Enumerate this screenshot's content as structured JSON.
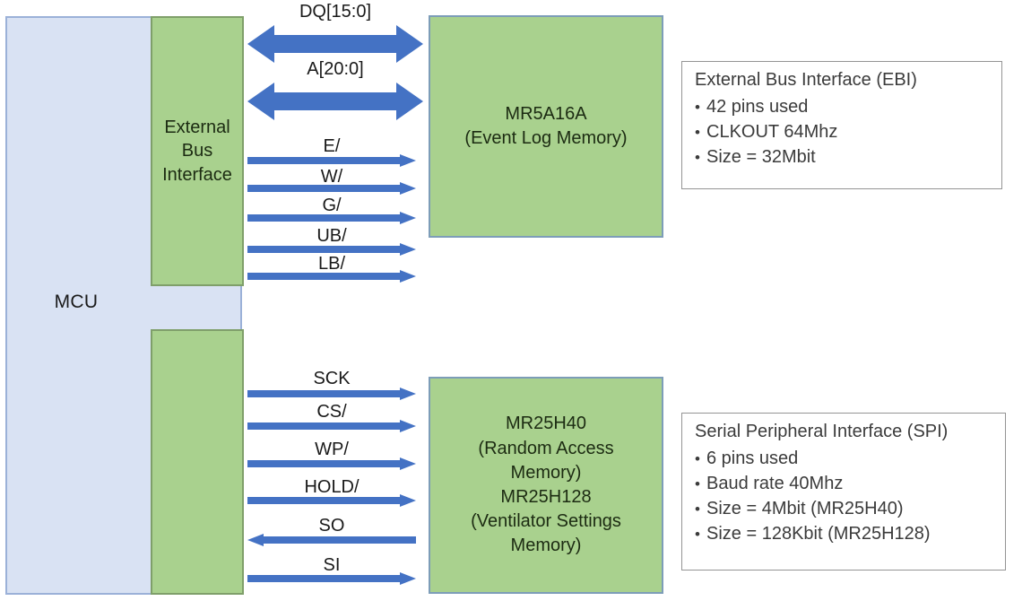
{
  "diagram": {
    "title": "MCU external memory interfaces block diagram",
    "colors": {
      "mcu_fill": "#D9E2F3",
      "mcu_border": "#9BB1D8",
      "green_fill": "#A9D18E",
      "green_border": "#7D9DB8",
      "arrow_blue": "#4472C4",
      "info_border": "#949494",
      "text_dark": "#1c2b12"
    }
  },
  "mcu": {
    "label": "MCU",
    "sub_blocks": [
      {
        "name": "ebi",
        "label": "External\nBus\nInterface"
      },
      {
        "name": "spi",
        "label": ""
      }
    ]
  },
  "memories": [
    {
      "name": "event-log-memory",
      "label": "MR5A16A\n(Event Log Memory)",
      "part": "MR5A16A",
      "description": "(Event Log Memory)"
    },
    {
      "name": "random-access-memory",
      "label": "MR25H40\n(Random Access\nMemory)\nMR25H128\n(Ventilator Settings\nMemory)",
      "part": "MR25H40",
      "description": "(Random Access Memory)",
      "part2": "MR25H128",
      "description2": "(Ventilator Settings Memory)"
    }
  ],
  "ebi_signals": [
    {
      "label": "DQ[15:0]",
      "direction": "bidirectional",
      "style": "bus"
    },
    {
      "label": "A[20:0]",
      "direction": "bidirectional",
      "style": "bus"
    },
    {
      "label": "E/",
      "direction": "right",
      "style": "line"
    },
    {
      "label": "W/",
      "direction": "right",
      "style": "line"
    },
    {
      "label": "G/",
      "direction": "right",
      "style": "line"
    },
    {
      "label": "UB/",
      "direction": "right",
      "style": "line"
    },
    {
      "label": "LB/",
      "direction": "right",
      "style": "line"
    }
  ],
  "spi_signals": [
    {
      "label": "SCK",
      "direction": "right",
      "style": "line"
    },
    {
      "label": "CS/",
      "direction": "right",
      "style": "line"
    },
    {
      "label": "WP/",
      "direction": "right",
      "style": "line"
    },
    {
      "label": "HOLD/",
      "direction": "right",
      "style": "line"
    },
    {
      "label": "SO",
      "direction": "left",
      "style": "line"
    },
    {
      "label": "SI",
      "direction": "right",
      "style": "line"
    }
  ],
  "info_boxes": {
    "ebi": {
      "title": "External Bus Interface (EBI)",
      "items": [
        "42 pins used",
        "CLKOUT 64Mhz",
        "Size = 32Mbit"
      ]
    },
    "spi": {
      "title": "Serial Peripheral Interface (SPI)",
      "items": [
        "6 pins used",
        "Baud rate 40Mhz",
        "Size = 4Mbit (MR25H40)",
        "Size = 128Kbit (MR25H128)"
      ]
    }
  }
}
